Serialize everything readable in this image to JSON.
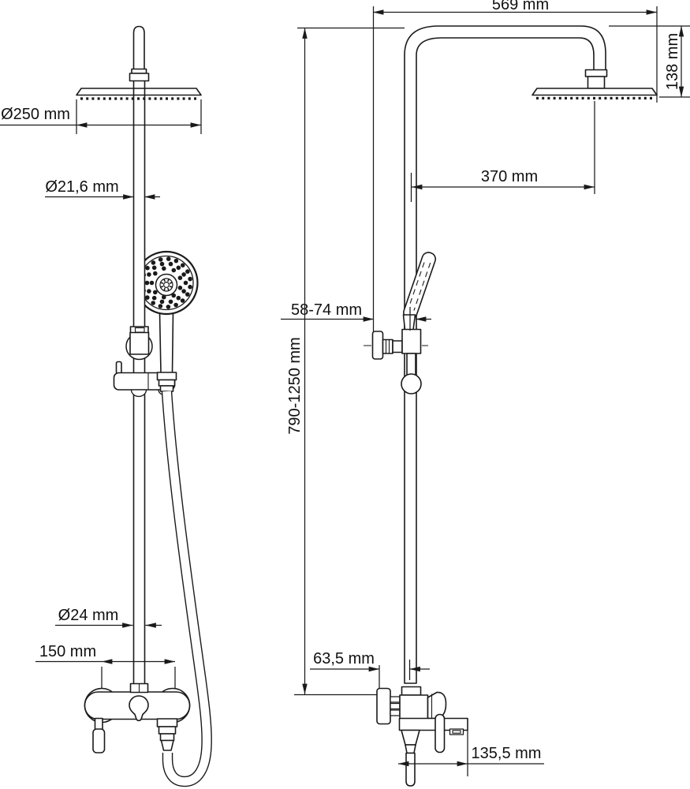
{
  "drawing": {
    "type": "technical-dimension-drawing",
    "subject": "shower-column-system",
    "background": "#ffffff",
    "line_color": "#1a1a1a",
    "views": {
      "front": "front-view",
      "side": "side-view"
    }
  },
  "dimensions": {
    "head_diameter": {
      "label": "Ø250 mm"
    },
    "upper_pipe_diameter": {
      "label": "Ø21,6 mm"
    },
    "lower_pipe_diameter": {
      "label": "Ø24 mm"
    },
    "mixer_center_spacing": {
      "label": "150 mm"
    },
    "overall_depth": {
      "label": "569 mm"
    },
    "head_drop_height": {
      "label": "138 mm"
    },
    "head_wall_offset": {
      "label": "370 mm"
    },
    "bracket_wall_range": {
      "label": "58-74 mm"
    },
    "overall_height_range": {
      "label": "790-1250 mm"
    },
    "mixer_wall_offset": {
      "label": "63,5 mm"
    },
    "mixer_body_width": {
      "label": "135,5 mm"
    }
  }
}
